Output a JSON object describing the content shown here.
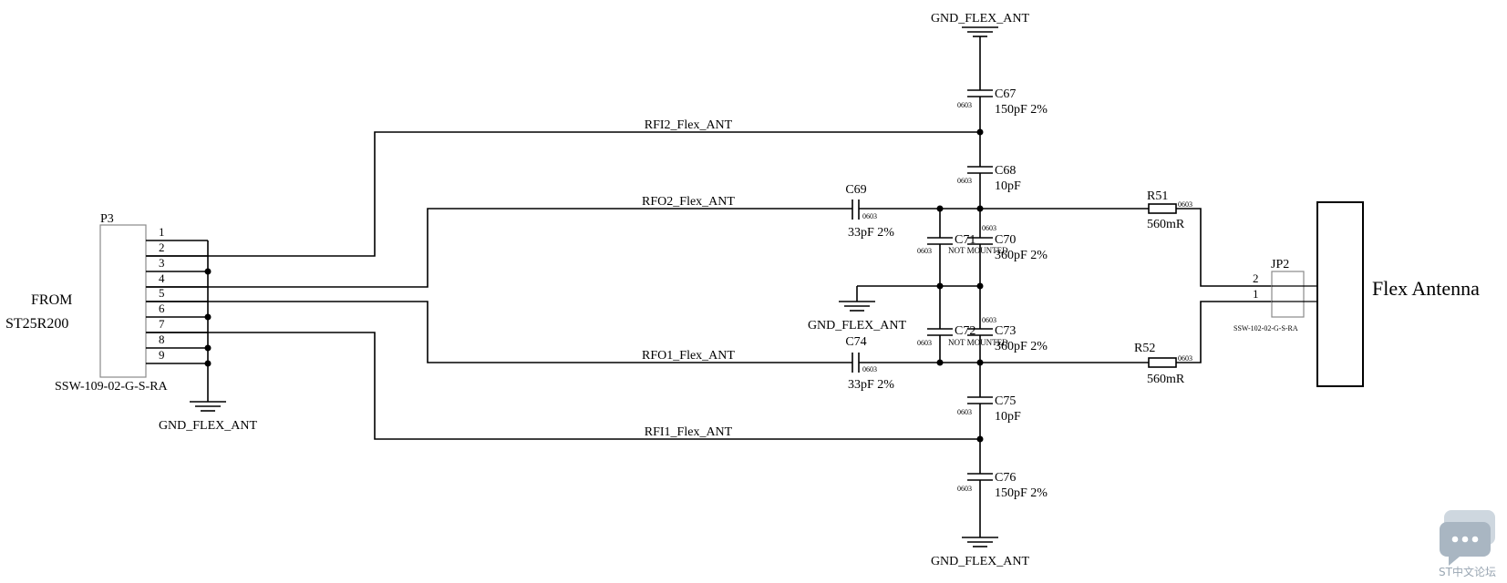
{
  "nets": {
    "gnd_top": "GND_FLEX_ANT",
    "gnd_bottom": "GND_FLEX_ANT",
    "gnd_left": "GND_FLEX_ANT",
    "gnd_mid": "GND_FLEX_ANT",
    "rfi2": "RFI2_Flex_ANT",
    "rfo2": "RFO2_Flex_ANT",
    "rfo1": "RFO1_Flex_ANT",
    "rfi1": "RFI1_Flex_ANT"
  },
  "connector_p3": {
    "ref": "P3",
    "part": "SSW-109-02-G-S-RA",
    "pins": [
      "1",
      "2",
      "3",
      "4",
      "5",
      "6",
      "7",
      "8",
      "9"
    ],
    "from_line1": "FROM",
    "from_line2": "ST25R200"
  },
  "connector_jp2": {
    "ref": "JP2",
    "part": "SSW-102-02-G-S-RA",
    "pins": [
      "2",
      "1"
    ]
  },
  "antenna_label": "Flex Antenna",
  "package": "0603",
  "components": {
    "c67": {
      "ref": "C67",
      "value": "150pF 2%"
    },
    "c68": {
      "ref": "C68",
      "value": "10pF"
    },
    "c69": {
      "ref": "C69",
      "value": "33pF 2%"
    },
    "c70": {
      "ref": "C70",
      "value": "360pF 2%"
    },
    "c71": {
      "ref": "C71",
      "value": "NOT MOUNTED"
    },
    "c72": {
      "ref": "C72",
      "value": "NOT MOUNTED"
    },
    "c73": {
      "ref": "C73",
      "value": "360pF 2%"
    },
    "c74": {
      "ref": "C74",
      "value": "33pF 2%"
    },
    "c75": {
      "ref": "C75",
      "value": "10pF"
    },
    "c76": {
      "ref": "C76",
      "value": "150pF 2%"
    },
    "r51": {
      "ref": "R51",
      "value": "560mR"
    },
    "r52": {
      "ref": "R52",
      "value": "560mR"
    }
  },
  "watermark": "ST中文论坛"
}
